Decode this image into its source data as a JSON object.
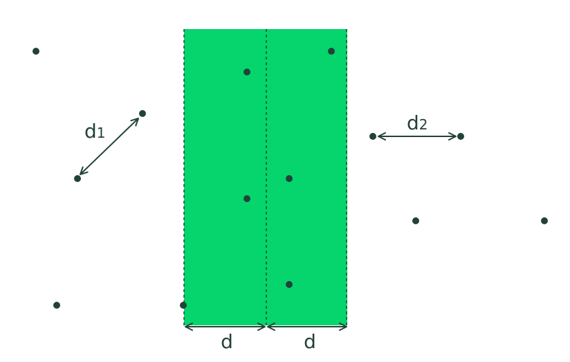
{
  "colors": {
    "strip_fill": "#05d56c",
    "ink": "#234237",
    "background": "#ffffff"
  },
  "labels": {
    "d1_main": "d",
    "d1_sub": "1",
    "d2_main": "d",
    "d2_sub": "2",
    "d_left": "d",
    "d_right": "d"
  }
}
